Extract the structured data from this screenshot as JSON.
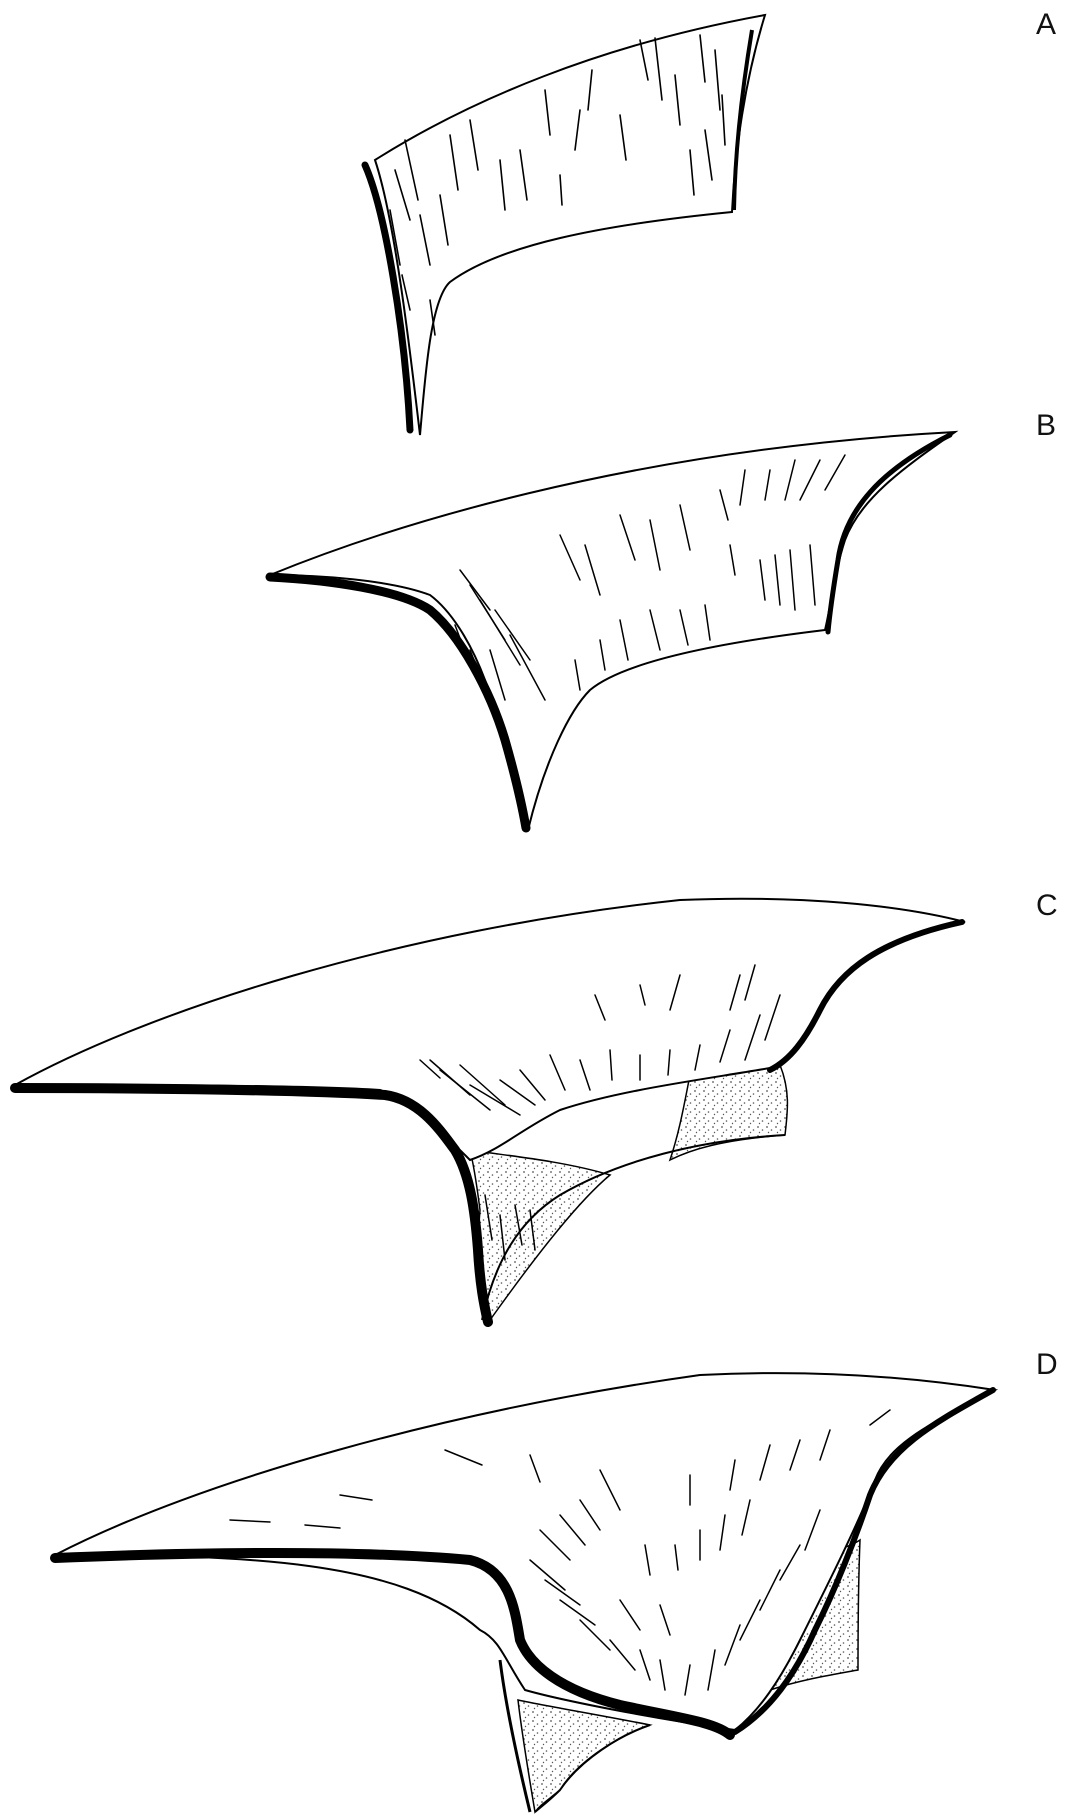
{
  "figure": {
    "panels": [
      {
        "id": "A",
        "label": "A"
      },
      {
        "id": "B",
        "label": "B"
      },
      {
        "id": "C",
        "label": "C"
      },
      {
        "id": "D",
        "label": "D"
      }
    ],
    "colors": {
      "background": "#ffffff",
      "ink": "#000000",
      "surface": "#ffffff",
      "stipple": "#555555"
    }
  }
}
